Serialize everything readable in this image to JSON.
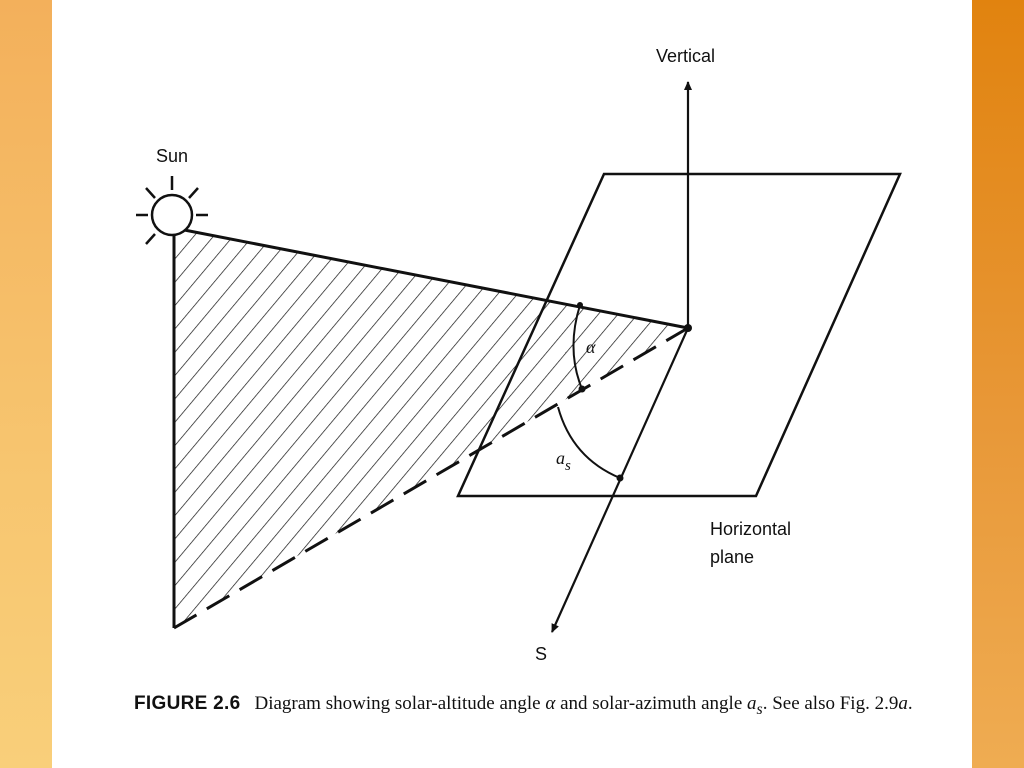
{
  "labels": {
    "vertical": "Vertical",
    "sun": "Sun",
    "alpha": "α",
    "azimuth_base": "a",
    "azimuth_sub": "s",
    "horizontal_line1": "Horizontal",
    "horizontal_line2": "plane",
    "south": "S"
  },
  "caption": {
    "figure_label": "FIGURE 2.6",
    "text_part1": "Diagram showing solar-altitude angle ",
    "alpha": "α",
    "text_part2": " and solar-azimuth angle ",
    "azimuth_base": "a",
    "azimuth_sub": "s",
    "text_part3": ". See also Fig. 2.9",
    "fig_ref_letter": "a",
    "text_part4": "."
  },
  "colors": {
    "frame_left": "#f7c56f",
    "frame_right": "#e1830f",
    "page": "#ffffff",
    "ink": "#111111"
  }
}
